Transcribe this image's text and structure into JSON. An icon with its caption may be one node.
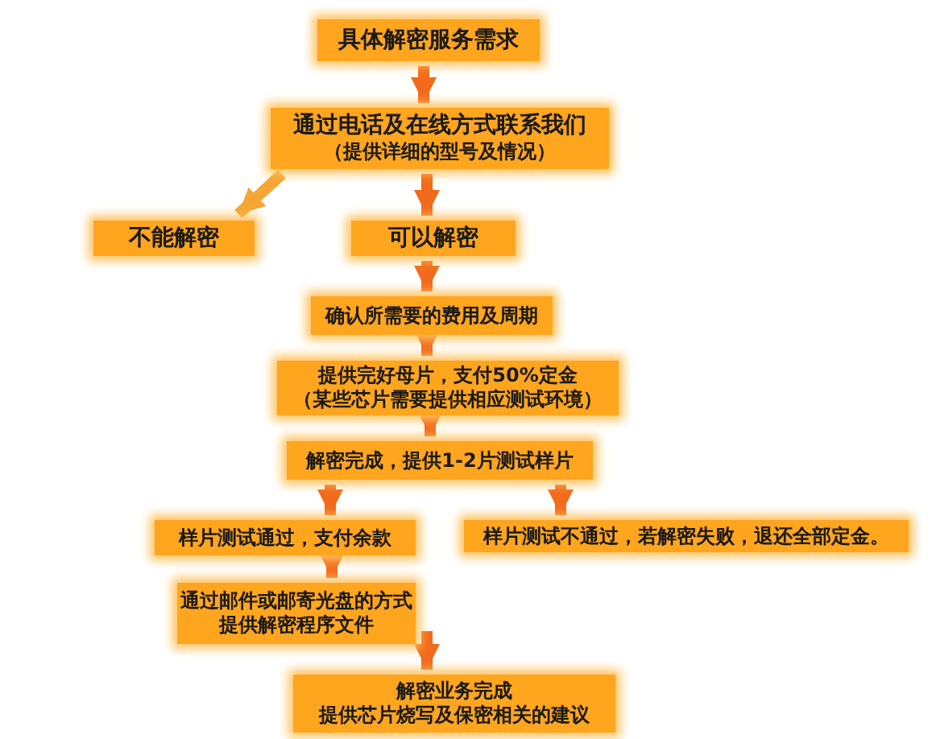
{
  "diagram": {
    "nodes": [
      {
        "text": [
          "具体解密服务需求"
        ]
      },
      {
        "text": [
          "通过电话及在线方式联系我们",
          "（提供详细的型号及情况）"
        ]
      },
      {
        "text": [
          "不能解密"
        ]
      },
      {
        "text": [
          "可以解密"
        ]
      },
      {
        "text": [
          "确认所需要的费用及周期"
        ]
      },
      {
        "text": [
          "提供完好母片，支付50%定金",
          "（某些芯片需要提供相应测试环境）"
        ]
      },
      {
        "text": [
          "解密完成，提供1-2片测试样片"
        ]
      },
      {
        "text": [
          "样片测试通过，支付余款"
        ]
      },
      {
        "text": [
          "样片测试不通过，若解密失败，退还全部定金。"
        ]
      },
      {
        "text": [
          "通过邮件或邮寄光盘的方式提供解密程序文件"
        ]
      },
      {
        "text": [
          "解密业务完成",
          "提供芯片烧写及保密相关的建议"
        ]
      }
    ],
    "edges": [
      {
        "from": 0,
        "to": 1,
        "arrow": "to"
      },
      {
        "from": 1,
        "to": 2,
        "arrow": "to",
        "color": "#f5a533"
      },
      {
        "from": 1,
        "to": 3,
        "arrow": "to"
      },
      {
        "from": 3,
        "to": 4,
        "arrow": "to"
      },
      {
        "from": 4,
        "to": 5,
        "arrow": "to"
      },
      {
        "from": 5,
        "to": 6,
        "arrow": "to"
      },
      {
        "from": 6,
        "to": 7,
        "arrow": "to"
      },
      {
        "from": 6,
        "to": 8,
        "arrow": "to"
      },
      {
        "from": 7,
        "to": 9,
        "arrow": "to"
      },
      {
        "from": 9,
        "to": 10,
        "arrow": "to"
      }
    ]
  }
}
